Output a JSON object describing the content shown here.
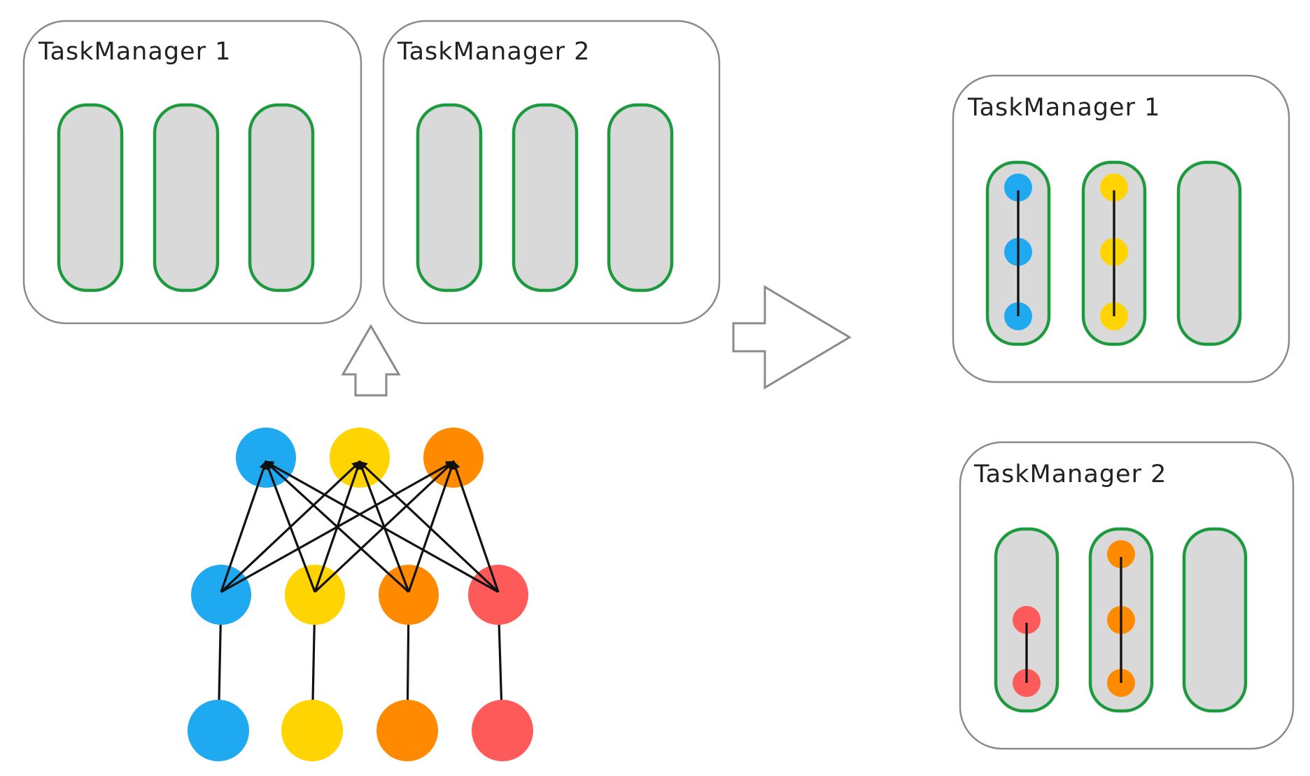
{
  "colors": {
    "slot_border": "#1e9a3e",
    "slot_fill": "#d9d9d9",
    "box_border": "#8a8a8a",
    "edge": "#111111",
    "blue": "#1ea9f0",
    "yellow": "#ffd400",
    "orange": "#ff8a00",
    "red": "#ff5a5a"
  },
  "arrow_up_icon": "hollow-arrow-up-icon",
  "arrow_right_icon": "hollow-arrow-right-icon",
  "left_panel": {
    "task_managers": [
      {
        "label": "TaskManager 1",
        "slots": 3
      },
      {
        "label": "TaskManager 2",
        "slots": 3
      }
    ]
  },
  "job_graph": {
    "layers": [
      [
        "blue",
        "yellow",
        "orange"
      ],
      [
        "blue",
        "yellow",
        "orange",
        "red"
      ],
      [
        "blue",
        "yellow",
        "orange",
        "red"
      ]
    ],
    "edges": "sources connect one-to-one to the middle layer; middle layer connects all-to-all to the top layer"
  },
  "right_panel": {
    "task_managers": [
      {
        "label": "TaskManager 1",
        "slots": [
          [
            "blue",
            "blue",
            "blue"
          ],
          [
            "yellow",
            "yellow",
            "yellow"
          ],
          []
        ]
      },
      {
        "label": "TaskManager 2",
        "slots": [
          [
            "red",
            "red"
          ],
          [
            "orange",
            "orange",
            "orange"
          ],
          []
        ]
      }
    ]
  }
}
